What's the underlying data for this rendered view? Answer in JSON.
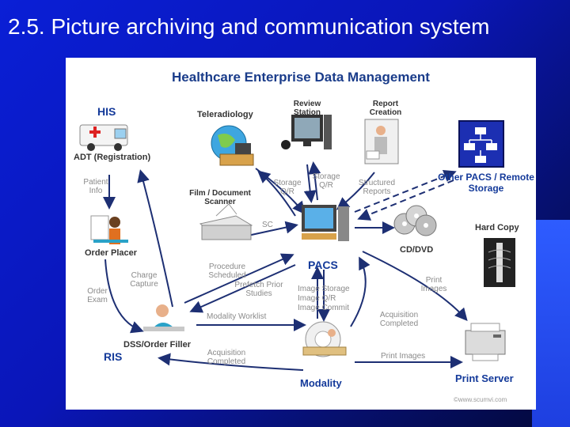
{
  "slide": {
    "title": "2.5. Picture archiving and communication system"
  },
  "diagram": {
    "title": "Healthcare Enterprise Data Management",
    "nodes": {
      "his": "HIS",
      "adt": "ADT (Registration)",
      "teleradiology": "Teleradiology",
      "review_station": "Review Station",
      "report_creation": "Report Creation",
      "other_pacs": "Other PACS / Remote Storage",
      "scanner": "Film / Document Scanner",
      "order_placer": "Order Placer",
      "pacs": "PACS",
      "cd_dvd": "CD/DVD",
      "hard_copy": "Hard Copy",
      "dss_order_filler": "DSS/Order Filler",
      "ris": "RIS",
      "modality": "Modality",
      "print_server": "Print Server"
    },
    "flow_labels": {
      "patient_info": "Patient Info",
      "storage_qr_left": "Storage Q/R",
      "storage_qr_top": "Storage Q/R",
      "structured_reports": "Structured Reports",
      "sc": "SC",
      "charge_capture": "Charge Capture",
      "order_exam": "Order Exam",
      "procedure_scheduled": "Procedure Scheduled",
      "prefetch_prior_studies": "Prefetch Prior Studies",
      "image_storage": "Image Storage",
      "image_qr": "Image Q/R",
      "image_commit": "Image Commit",
      "print_images_right": "Print Images",
      "modality_worklist": "Modality Worklist",
      "acquisition_completed_right": "Acquisition Completed",
      "acquisition_completed_left": "Acquisition Completed",
      "print_images_bottom": "Print Images"
    },
    "copyright": "©www.scumvi.com"
  },
  "colors": {
    "accent_blue": "#143a9a",
    "arrow": "#1d2f73",
    "label_gray": "#8a8a8a"
  }
}
